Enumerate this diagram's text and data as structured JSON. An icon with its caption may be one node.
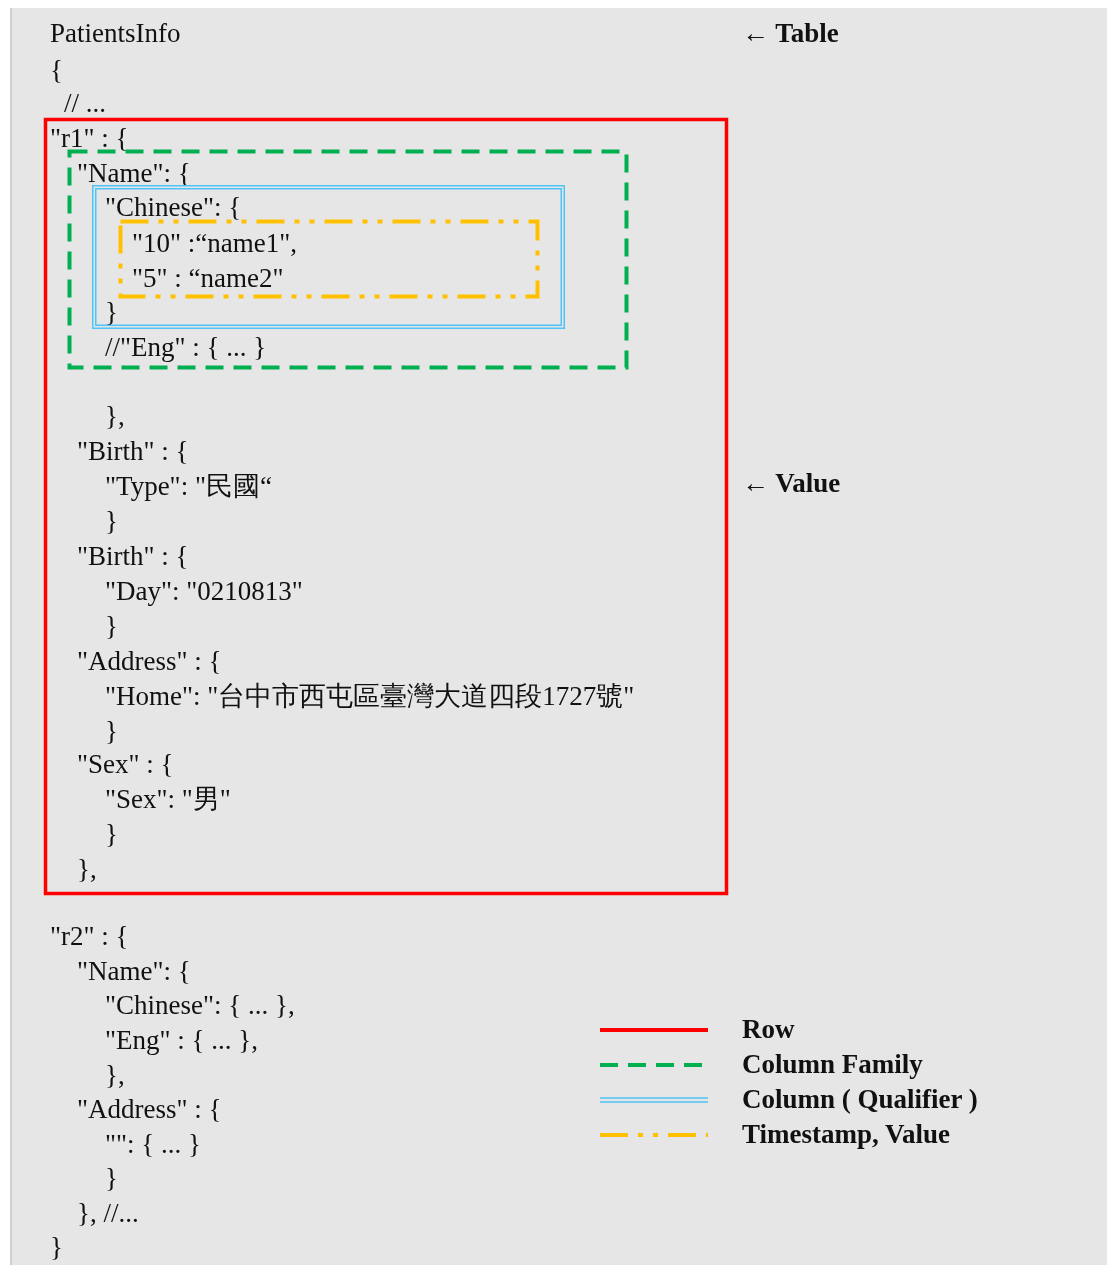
{
  "diagram": {
    "nodes": [
      {
        "text": [
          "\"r1\" : {",
          "},",
          "\"Birth\" : {",
          "\"Type\": \"民國“",
          "}",
          "\"Birth\" : {",
          "\"Day\": \"0210813\"",
          "}",
          "\"Address\" : {",
          "\"Home\": \"台中市西屯區臺灣大道四段1727號\"",
          "}",
          "\"Sex\" : {",
          "\"Sex\": \"男\"",
          "}",
          "},"
        ]
      },
      {
        "text": [
          "\"Name\": {",
          "//\"Eng\" : { ... }"
        ],
        "in": 0
      },
      {
        "text": [
          "\"Chinese\": {",
          "}"
        ],
        "in": 1
      },
      {
        "text": [
          "\"10\" :“name1\",",
          "\"5\" : “name2\""
        ],
        "in": 2
      }
    ],
    "labels": [
      "PatientsInfo",
      "← Table",
      "{",
      "// ...",
      "← Value",
      "\"r2\" : {",
      "\"Name\": {",
      "\"Chinese\": { ... },",
      "\"Eng\" : { ... },",
      "},",
      "\"Address\" : {",
      "\"\": { ... }",
      "}",
      "}, //...",
      "}"
    ],
    "legend": [
      {
        "text": "Row"
      },
      {
        "text": "Column Family"
      },
      {
        "text": "Column ( Qualifier )"
      },
      {
        "text": "Timestamp, Value"
      }
    ]
  }
}
